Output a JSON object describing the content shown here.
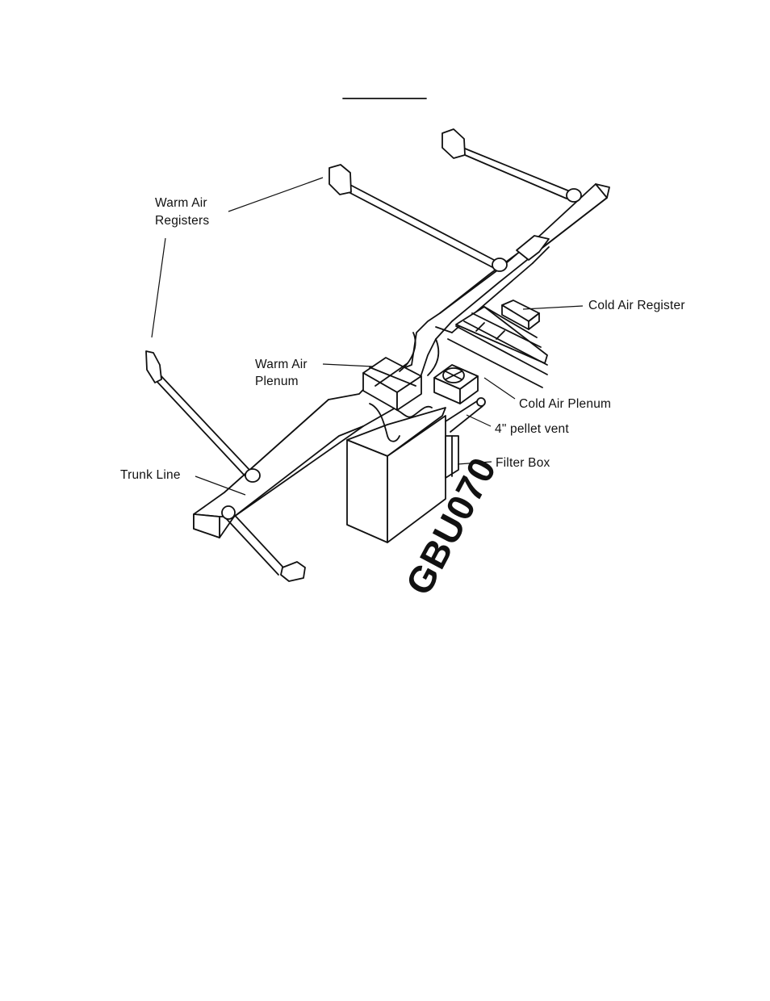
{
  "labels": {
    "warm_air_registers_line1": "Warm Air",
    "warm_air_registers_line2": "Registers",
    "cold_air_register": "Cold Air Register",
    "warm_air_plenum_line1": "Warm Air",
    "warm_air_plenum_line2": "Plenum",
    "cold_air_plenum": "Cold Air Plenum",
    "pellet_vent": "4\" pellet vent",
    "filter_box": "Filter Box",
    "trunk_line": "Trunk Line"
  },
  "figure_code": "GBU070"
}
